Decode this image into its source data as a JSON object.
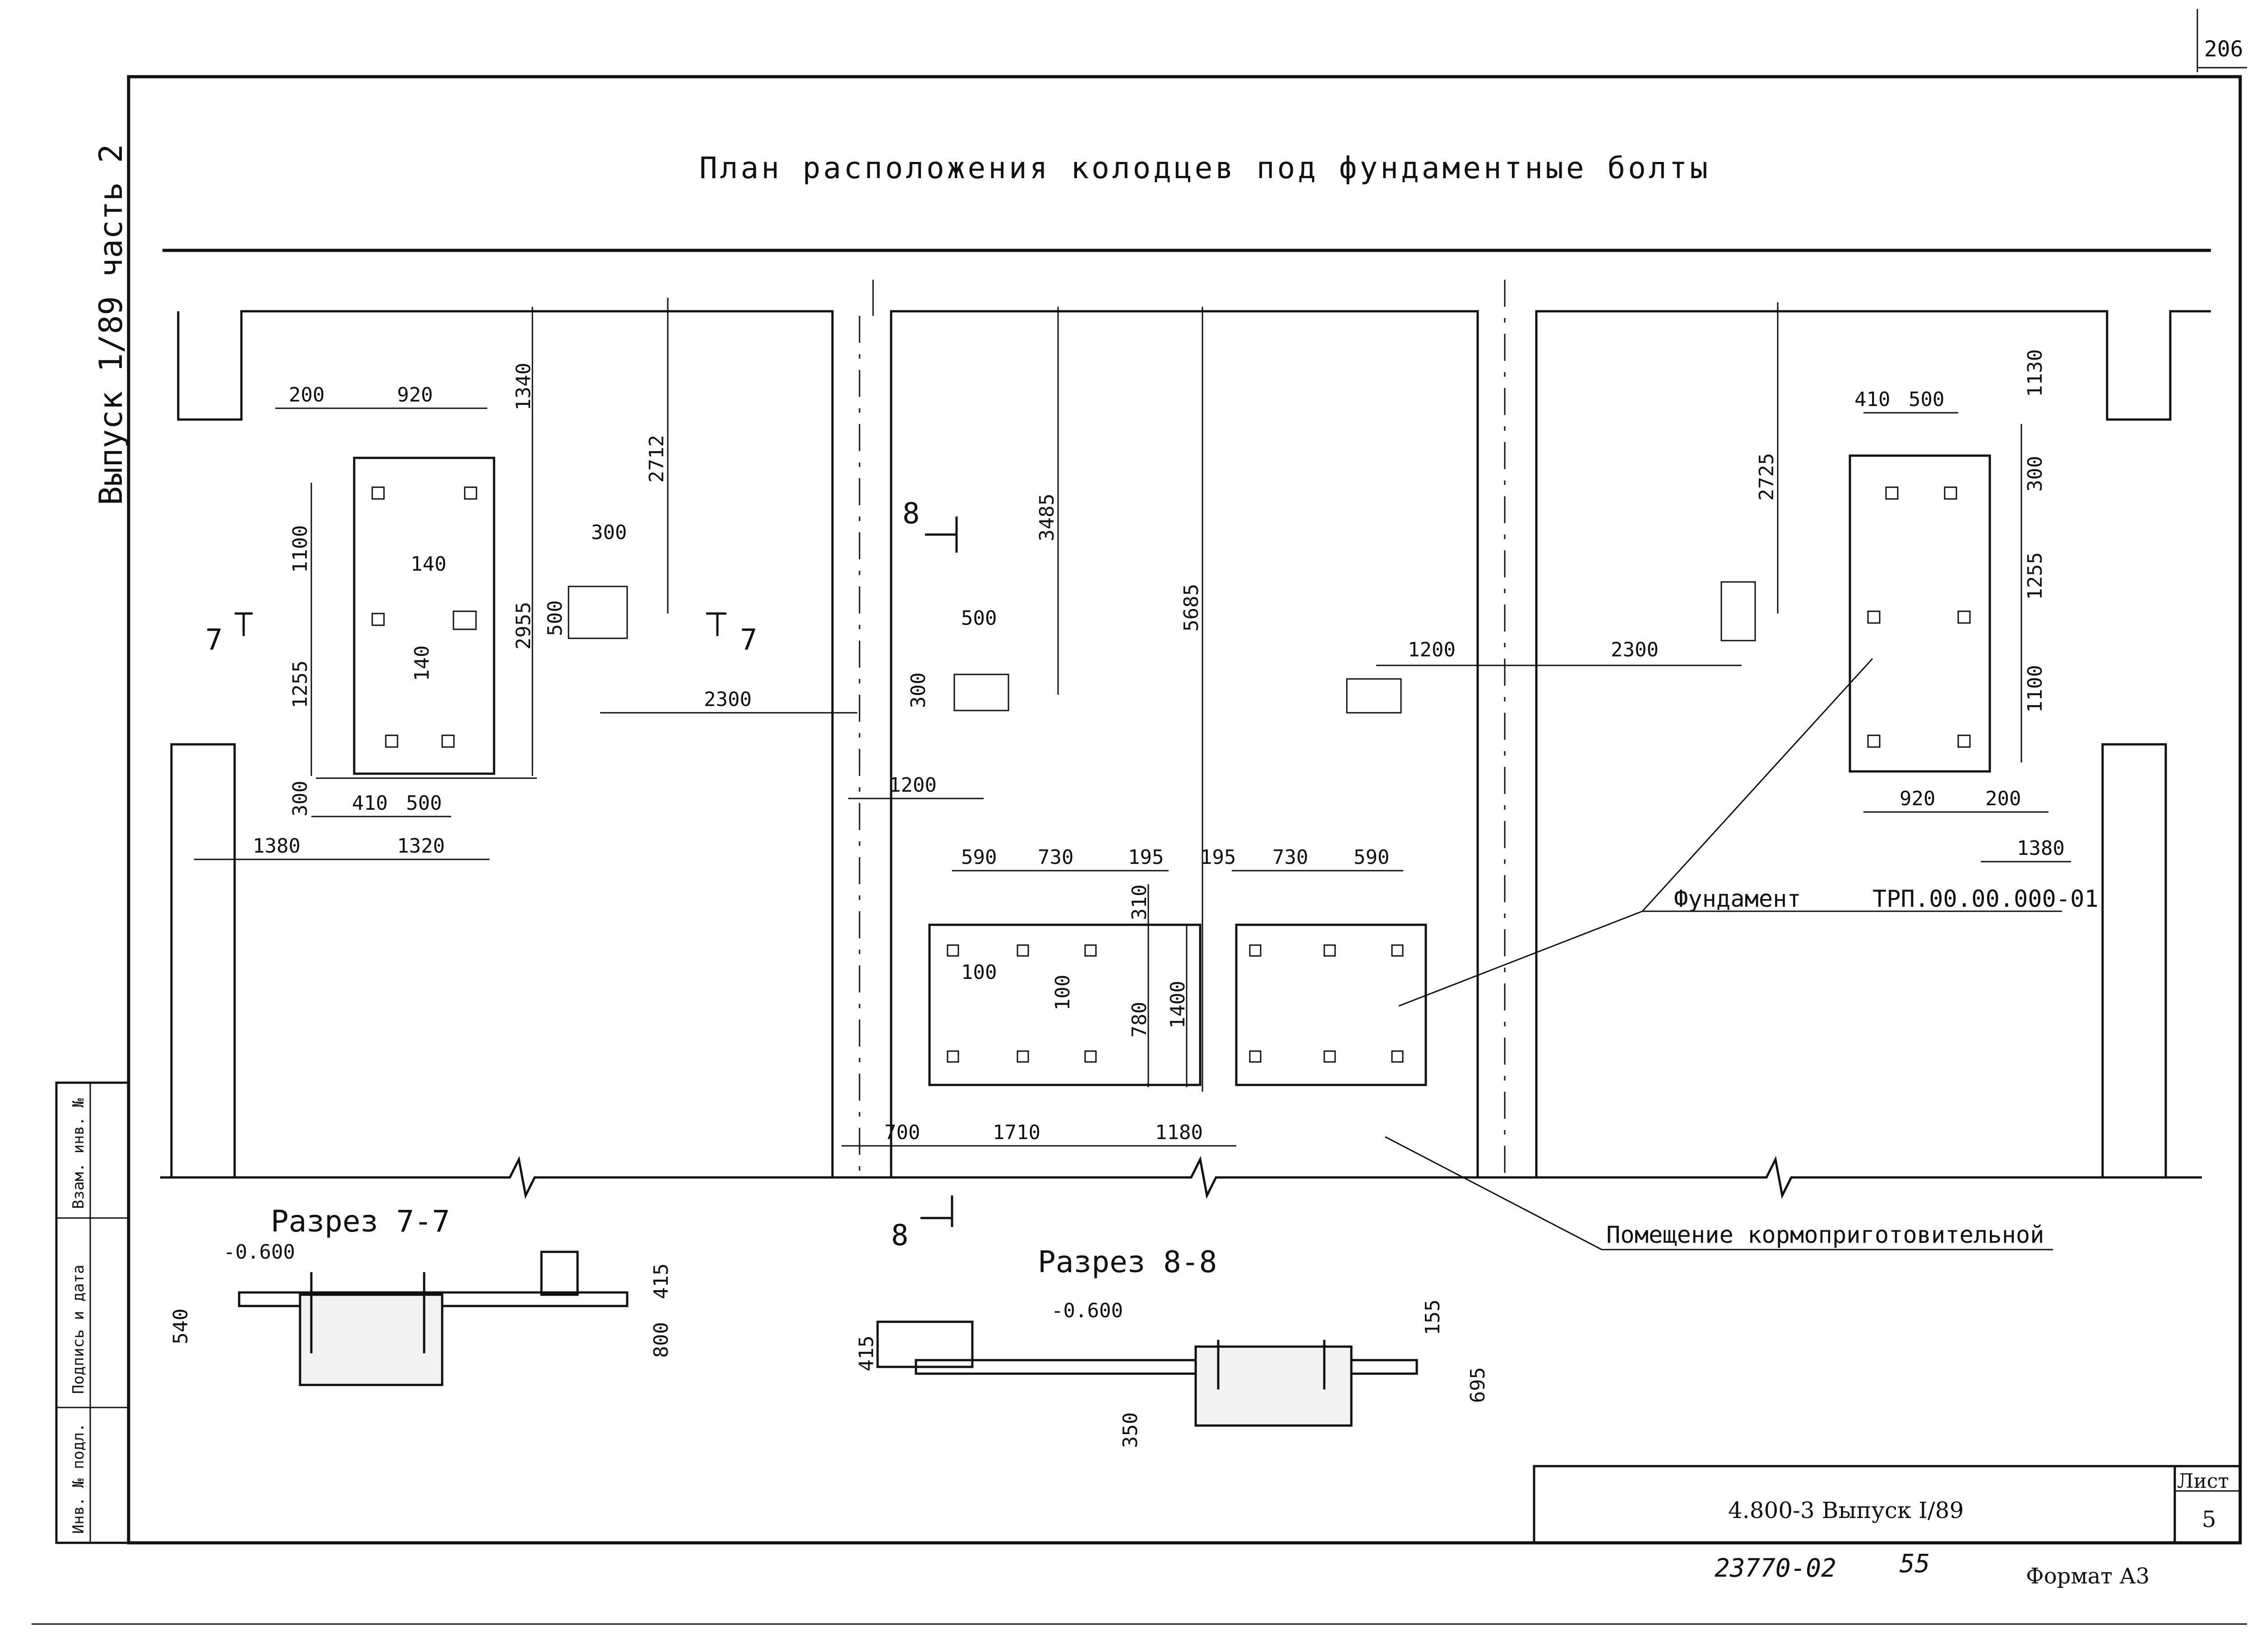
{
  "sheet_number_top": "206",
  "side_label": "Выпуск 1/89  часть 2",
  "title": "План расположения колодцев под фундаментные болты",
  "labels": {
    "foundation": "Фундамент",
    "foundation_code": "ТРП.00.00.000-01",
    "room": "Помещение кормоприготовительной"
  },
  "section_marks": {
    "s7_left": "7",
    "s7_right": "7",
    "s8_top": "8",
    "s8_bottom": "8"
  },
  "dimensions": {
    "left": [
      "200",
      "920",
      "1340",
      "1100",
      "140",
      "2712",
      "300",
      "500",
      "140",
      "1255",
      "2955",
      "300",
      "410",
      "500",
      "1380",
      "1320",
      "2300"
    ],
    "middle": [
      "3485",
      "500",
      "300",
      "5685",
      "1200",
      "590",
      "730",
      "195",
      "195",
      "730",
      "590",
      "310",
      "100",
      "100",
      "780",
      "1400",
      "700",
      "1710",
      "1180"
    ],
    "right": [
      "410",
      "500",
      "1130",
      "2725",
      "300",
      "1200",
      "2300",
      "1255",
      "1100",
      "920",
      "200",
      "1380"
    ]
  },
  "sections": {
    "s77": {
      "title": "Разрез 7-7",
      "level": "-0.600",
      "dims": [
        "540",
        "415",
        "800"
      ]
    },
    "s88": {
      "title": "Разрез 8-8",
      "level": "-0.600",
      "dims": [
        "415",
        "155",
        "695",
        "350"
      ]
    }
  },
  "stamp": {
    "code": "4.800-3  Выпуск I/89",
    "sheet_label": "Лист",
    "sheet_no": "5",
    "inventory": "23770-02",
    "inventory_no": "55",
    "format": "Формат А3"
  },
  "side_columns": [
    "Инв. № подл.",
    "Подпись и дата",
    "Взам. инв. №"
  ]
}
